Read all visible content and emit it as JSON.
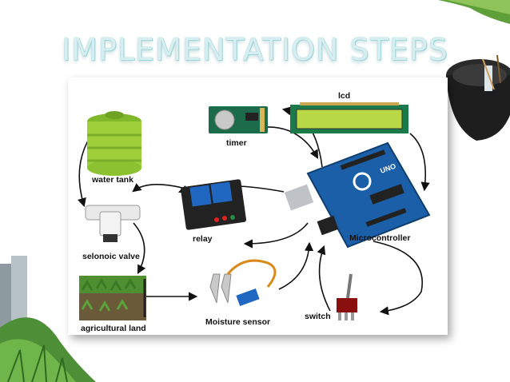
{
  "slide": {
    "title": "IMPLEMENTATION STEPS"
  },
  "diagram": {
    "labels": {
      "lcd": "lcd",
      "timer": "timer",
      "water_tank": "water tank",
      "relay": "relay",
      "microcontroller": "Microcontroller",
      "valve": "selonoic valve",
      "land": "agricultural land",
      "sensor": "Moisture sensor",
      "switch": "switch"
    },
    "board_text": "UNO"
  },
  "colors": {
    "title_fill": "#d6eef0",
    "arduino_blue": "#1a5fa8",
    "relay_blue": "#1f67c1",
    "lcd_green": "#b9d846",
    "tank_green": "#9fd03c"
  }
}
